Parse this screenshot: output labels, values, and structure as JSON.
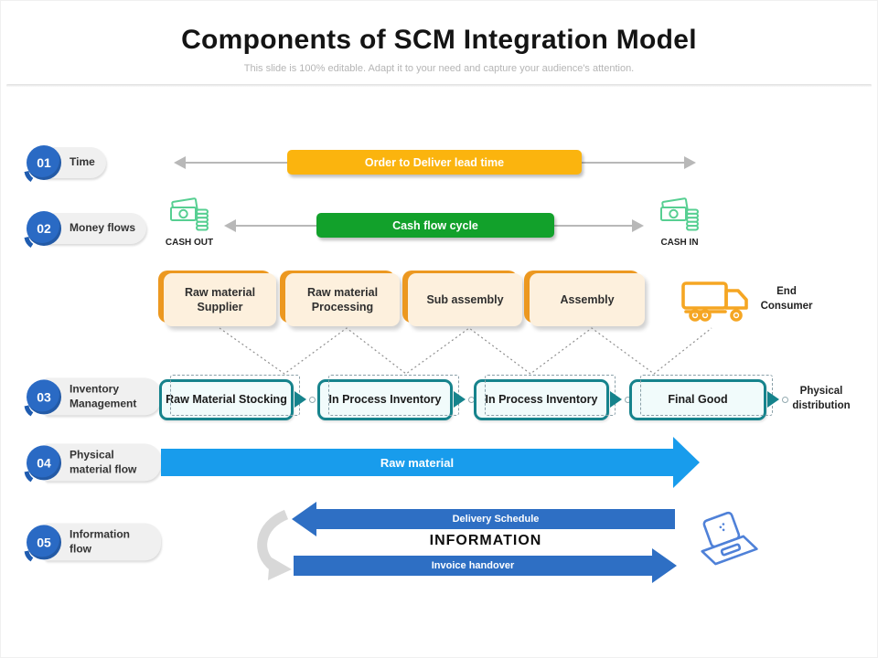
{
  "slide": {
    "title": "Components of SCM Integration Model",
    "subtitle": "This slide is 100% editable. Adapt it to your need and capture your audience's attention."
  },
  "badges": [
    {
      "num": "01",
      "label": "Time"
    },
    {
      "num": "02",
      "label": "Money flows"
    },
    {
      "num": "03",
      "label": "Inventory Management"
    },
    {
      "num": "04",
      "label": "Physical material flow"
    },
    {
      "num": "05",
      "label": "Information flow"
    }
  ],
  "time_row": {
    "banner": "Order to Deliver lead time"
  },
  "money_row": {
    "banner": "Cash flow cycle",
    "cash_out_label": "CASH OUT",
    "cash_in_label": "CASH IN"
  },
  "process_row": {
    "boxes": [
      "Raw material Supplier",
      "Raw material Processing",
      "Sub assembly",
      "Assembly"
    ],
    "end_consumer": "End Consumer"
  },
  "inventory_row": {
    "boxes": [
      "Raw Material Stocking",
      "In Process Inventory",
      "In Process Inventory",
      "Final Good"
    ],
    "tail_label": "Physical distribution"
  },
  "material_row": {
    "arrow_label": "Raw material"
  },
  "information_row": {
    "top_arrow": "Delivery Schedule",
    "center_label": "INFORMATION",
    "bottom_arrow": "Invoice handover"
  },
  "icons": {
    "cash_out": "money-stack-icon",
    "cash_in": "money-stack-icon",
    "end_consumer": "delivery-truck-icon",
    "information": "laptop-icon",
    "loop": "curved-arrow-icon"
  },
  "colors": {
    "badge_blue": "#2a6ac4",
    "orange_banner": "#fbb40e",
    "green_banner": "#12a12b",
    "cash_green": "#57cf92",
    "cream_box": "#fdf0dd",
    "box_accent_orange": "#ec9820",
    "truck_orange": "#f5a623",
    "teal": "#16838c",
    "light_blue_arrow": "#189cec",
    "dark_blue_arrow": "#2e6fc4",
    "laptop_blue": "#4f81d8",
    "gray_arrow": "#b8b8b8"
  }
}
